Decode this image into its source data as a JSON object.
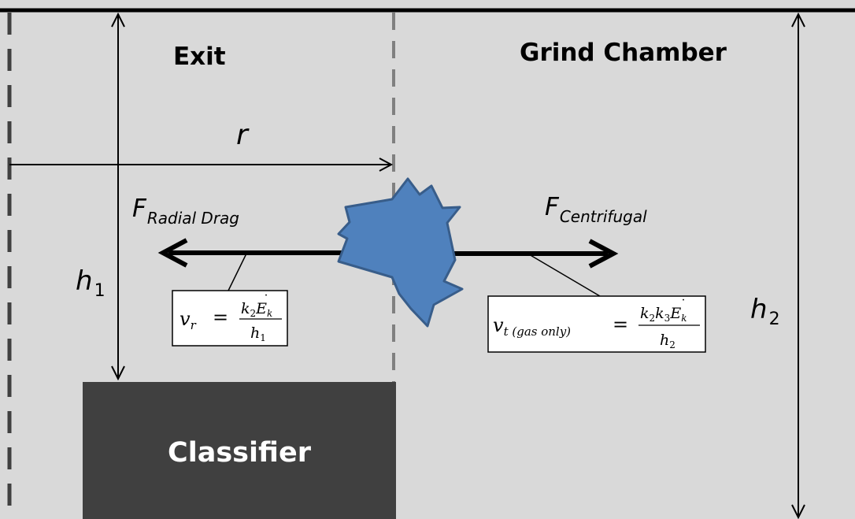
{
  "regions": {
    "exit_label": "Exit",
    "chamber_label": "Grind Chamber",
    "classifier_label": "Classifier"
  },
  "dimensions": {
    "r": "r",
    "h1_main": "h",
    "h1_sub": "1",
    "h2_main": "h",
    "h2_sub": "2"
  },
  "forces": {
    "drag_main": "F",
    "drag_sub": "Radial Drag",
    "centrifugal_main": "F",
    "centrifugal_sub": "Centrifugal"
  },
  "equations": {
    "vr": {
      "lhs_main": "v",
      "lhs_sub": "r",
      "equals": "=",
      "num_k": "k",
      "num_k_sub": "2",
      "num_E": "E",
      "num_E_sub": "k",
      "num_E_dot": "˙",
      "den_main": "h",
      "den_sub": "1"
    },
    "vt": {
      "lhs_main": "v",
      "lhs_sub": "t (gas only)",
      "equals": "=",
      "num_k1": "k",
      "num_k1_sub": "2",
      "num_k2": "k",
      "num_k2_sub": "3",
      "num_E": "E",
      "num_E_sub": "k",
      "num_E_dot": "˙",
      "den_main": "h",
      "den_sub": "2"
    }
  },
  "colors": {
    "background": "#d9d9d9",
    "classifier": "#404040",
    "classifier_text": "#ffffff",
    "particle_fill": "#4f81bd",
    "particle_stroke": "#385d8a",
    "divider": "#808080",
    "line": "#000000",
    "box_fill": "#ffffff"
  }
}
